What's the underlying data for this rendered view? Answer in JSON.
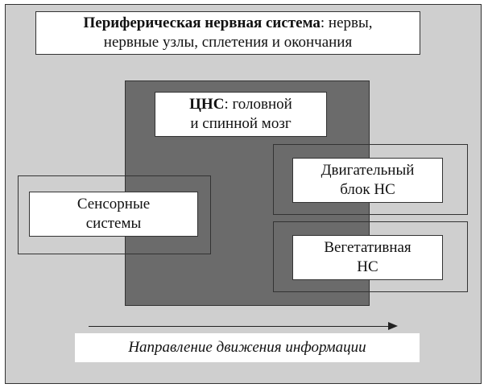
{
  "pns": {
    "bold": "Периферическая нервная система",
    "rest": ": нервы,",
    "line2": "нервные узлы, сплетения и окончания"
  },
  "cns": {
    "bold": "ЦНС",
    "rest": ": головной",
    "line2": "и спинной мозг"
  },
  "sensory": {
    "line1": "Сенсорные",
    "line2": "системы"
  },
  "motor": {
    "line1": "Двигательный",
    "line2": "блок НС"
  },
  "autonomic": {
    "line1": "Вегетативная",
    "line2": "НС"
  },
  "direction": {
    "label": "Направление движения информации"
  }
}
